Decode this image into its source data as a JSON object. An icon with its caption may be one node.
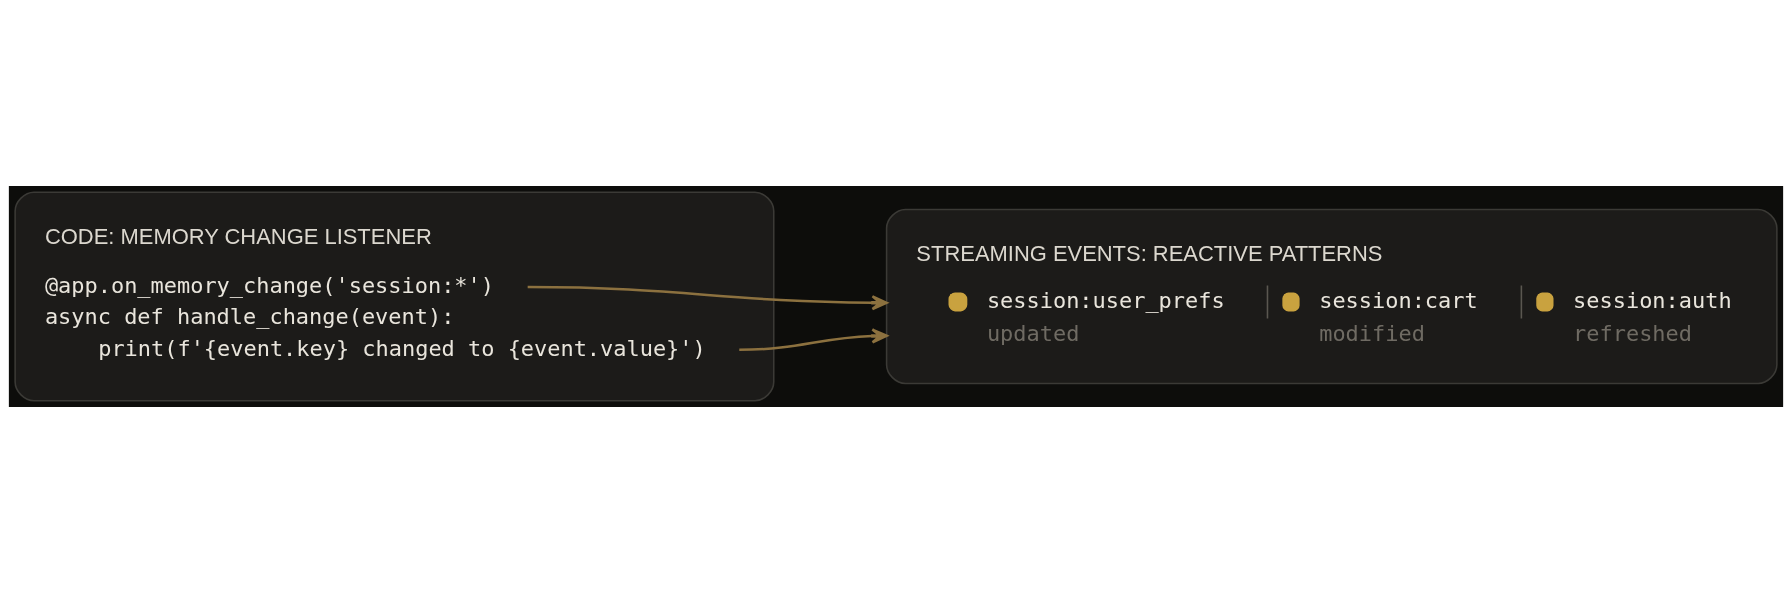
{
  "diagram": {
    "nodes": [
      {
        "text": [
          "CODE: MEMORY CHANGE LISTENER",
          "@app.on_memory_change('session:*')",
          "async def handle_change(event):",
          "print(f'{event.key} changed to {event.value}')"
        ]
      },
      {
        "text": [
          "STREAMING EVENTS: REACTIVE PATTERNS",
          "session:user_prefs",
          "updated",
          "session:cart",
          "modified",
          "session:auth",
          "refreshed"
        ]
      }
    ],
    "edges": [
      {
        "from": 0,
        "to": 1,
        "arrow": "to"
      },
      {
        "from": 0,
        "to": 1,
        "arrow": "to"
      }
    ]
  }
}
